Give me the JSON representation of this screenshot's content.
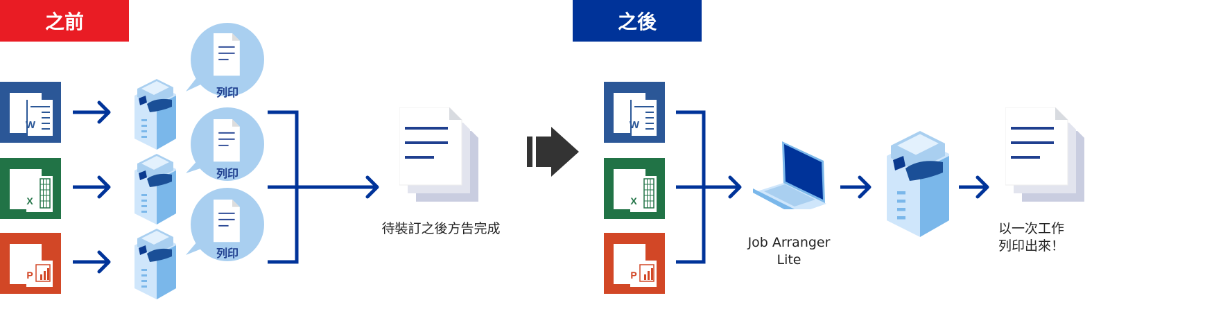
{
  "before": {
    "label": "之前",
    "color": "#e91c24",
    "print_bubbles": [
      "列印",
      "列印",
      "列印"
    ],
    "caption": "待裝訂之後方告完成"
  },
  "after": {
    "label": "之後",
    "color": "#003399",
    "software_caption_line1": "Job Arranger",
    "software_caption_line2": "Lite",
    "result_caption_line1": "以一次工作",
    "result_caption_line2": "列印出來！"
  },
  "apps": [
    {
      "name": "word",
      "letter": "W",
      "color": "#2b5797"
    },
    {
      "name": "excel",
      "letter": "X",
      "color": "#217346"
    },
    {
      "name": "powerpoint",
      "letter": "P",
      "color": "#d24726"
    }
  ],
  "colors": {
    "arrow": "#003399",
    "big_arrow": "#333333",
    "bubble": "#a9cff0"
  }
}
